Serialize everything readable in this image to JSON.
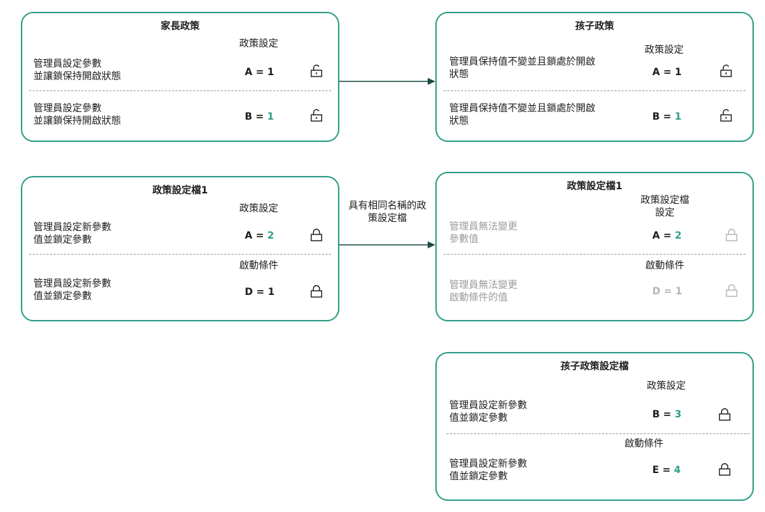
{
  "colors": {
    "accent": "#2f9e88",
    "muted": "#9b9b9b"
  },
  "parent_policy": {
    "title": "家長政策",
    "section": "政策設定",
    "rows": [
      {
        "desc": "管理員設定參數\n並讓鎖保持開啟狀態",
        "key": "A = ",
        "val": "1",
        "val_highlight": false,
        "lock": "unlocked-icon"
      },
      {
        "desc": "管理員設定參數\n並讓鎖保持開啟狀態",
        "key": "B = ",
        "val": "1",
        "val_highlight": true,
        "lock": "unlocked-icon"
      }
    ]
  },
  "child_policy": {
    "title": "孩子政策",
    "section": "政策設定",
    "rows": [
      {
        "desc": "管理員保持值不變並且鎖處於開啟\n狀態",
        "key": "A = ",
        "val": "1",
        "val_highlight": false,
        "lock": "unlocked-icon"
      },
      {
        "desc": "管理員保持值不變並且鎖處於開啟\n狀態",
        "key": "B = ",
        "val": "1",
        "val_highlight": true,
        "lock": "unlocked-icon"
      }
    ]
  },
  "profile1_parent": {
    "title": "政策設定檔1",
    "section1": "政策設定",
    "section2": "啟動條件",
    "rows": [
      {
        "desc": "管理員設定新參數\n值並鎖定參數",
        "key": "A = ",
        "val": "2",
        "val_highlight": true,
        "lock": "locked-icon"
      },
      {
        "desc": "管理員設定新參數\n值並鎖定參數",
        "key": "D = ",
        "val": "1",
        "val_highlight": false,
        "lock": "locked-icon"
      }
    ]
  },
  "arrow_label": "具有相同名稱的政\n策設定檔",
  "profile1_child": {
    "title": "政策設定檔1",
    "section1": "政策設定檔\n設定",
    "section2": "啟動條件",
    "rows": [
      {
        "desc": "管理員無法變更\n參數值",
        "key": "A = ",
        "val": "2",
        "val_highlight": true,
        "lock": "locked-icon"
      },
      {
        "desc": "管理員無法變更\n啟動條件的值",
        "key": "D = ",
        "val": "1",
        "val_highlight": false,
        "lock": "locked-icon"
      }
    ]
  },
  "child_profile": {
    "title": "孩子政策設定檔",
    "section1": "政策設定",
    "section2": "啟動條件",
    "rows": [
      {
        "desc": "管理員設定新參數\n值並鎖定參數",
        "key": "B = ",
        "val": "3",
        "val_highlight": true,
        "lock": "locked-icon"
      },
      {
        "desc": "管理員設定新參數\n值並鎖定參數",
        "key": "E = ",
        "val": "4",
        "val_highlight": true,
        "lock": "locked-icon"
      }
    ]
  }
}
